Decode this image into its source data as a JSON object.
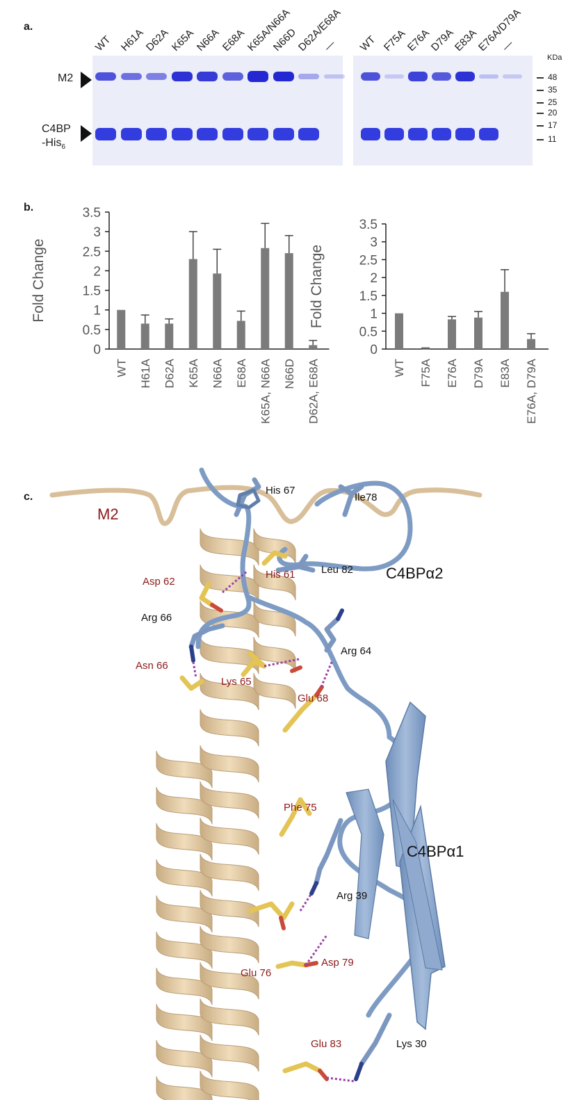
{
  "panel_a": {
    "letter": "a.",
    "left_gel": {
      "lanes": [
        "WT",
        "H61A",
        "D62A",
        "K65A",
        "N66A",
        "E68A",
        "K65A/N66A",
        "N66D",
        "D62A/E68A",
        "—"
      ],
      "m2_intensity": [
        0.8,
        0.6,
        0.5,
        1.0,
        0.95,
        0.7,
        1.2,
        1.1,
        0.25,
        0.08
      ],
      "c4bp_intensity": [
        1.0,
        1.0,
        1.0,
        1.0,
        1.0,
        1.0,
        1.0,
        1.0,
        1.0,
        0.0
      ]
    },
    "right_gel": {
      "lanes": [
        "WT",
        "F75A",
        "E76A",
        "D79A",
        "E83A",
        "E76A/D79A",
        "—"
      ],
      "m2_intensity": [
        0.8,
        0.05,
        0.9,
        0.75,
        1.0,
        0.1,
        0.05
      ],
      "c4bp_intensity": [
        1.0,
        1.0,
        1.0,
        1.0,
        1.0,
        1.0,
        0.0
      ]
    },
    "m2_label": "M2",
    "c4bp_label_line1": "C4BP",
    "c4bp_label_line2": "-His",
    "c4bp_label_sub": "6",
    "kda_label": "KDa",
    "markers": [
      "48",
      "35",
      "25",
      "20",
      "17",
      "11"
    ]
  },
  "panel_b": {
    "letter": "b."
  },
  "chart_data": [
    {
      "type": "bar",
      "ylabel": "Fold Change",
      "ylim": [
        0,
        3.5
      ],
      "yticks": [
        "0",
        "0.5",
        "1",
        "1.5",
        "2",
        "2.5",
        "3",
        "3.5"
      ],
      "categories": [
        "WT",
        "H61A",
        "D62A",
        "K65A",
        "N66A",
        "E68A",
        "K65A, N66A",
        "N66D",
        "D62A, E68A"
      ],
      "values": [
        1.0,
        0.65,
        0.65,
        2.3,
        1.93,
        0.72,
        2.58,
        2.45,
        0.1
      ],
      "errors": [
        0.0,
        0.22,
        0.12,
        0.7,
        0.62,
        0.25,
        0.63,
        0.45,
        0.12
      ],
      "color": "#7b7b7b"
    },
    {
      "type": "bar",
      "ylabel": "Fold Change",
      "ylim": [
        0,
        3.5
      ],
      "yticks": [
        "0",
        "0.5",
        "1",
        "1.5",
        "2",
        "2.5",
        "3",
        "3.5"
      ],
      "categories": [
        "WT",
        "F75A",
        "E76A",
        "D79A",
        "E83A",
        "E76A, D79A"
      ],
      "values": [
        1.0,
        0.02,
        0.83,
        0.88,
        1.6,
        0.28
      ],
      "errors": [
        0.0,
        0.01,
        0.08,
        0.17,
        0.62,
        0.15
      ],
      "color": "#7b7b7b"
    }
  ],
  "panel_c": {
    "letter": "c.",
    "m2_label": "M2",
    "c4bp_a2_label": "C4BPα2",
    "c4bp_a1_label": "C4BPα1",
    "residue_labels_m2": [
      "His 61",
      "Asp 62",
      "Asn 66",
      "Lys 65",
      "Glu 68",
      "Phe 75",
      "Glu 76",
      "Asp 79",
      "Glu 83"
    ],
    "residue_labels_c4bp": [
      "His 67",
      "Ile78",
      "Leu 82",
      "Arg 66",
      "Arg 64",
      "Arg 39",
      "Lys 30"
    ],
    "colors": {
      "m2_ribbon": "#e6cfa8",
      "m2_sidechain": "#e8c95a",
      "c4bp": "#7f9cc4",
      "m2_text": "#8b1a1a",
      "hbond": "#9b3fa6"
    }
  }
}
